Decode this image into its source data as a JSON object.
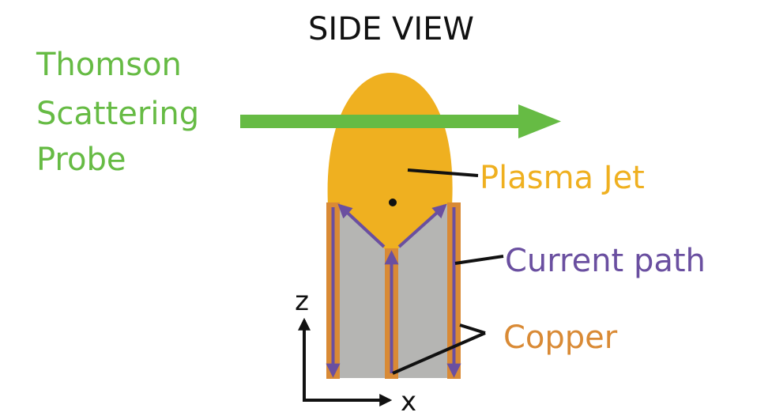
{
  "title": "SIDE VIEW",
  "probe": {
    "lines": [
      "Thomson",
      "Scattering",
      "Probe"
    ]
  },
  "labels": {
    "plasma_jet": "Plasma Jet",
    "current_path": "Current path",
    "copper": "Copper"
  },
  "axes": {
    "z": "z",
    "x": "x"
  },
  "colors": {
    "probe_green": "#66bb44",
    "plasma_orange": "#efb020",
    "current_purple": "#6a4fa0",
    "copper_orange": "#d98a35",
    "gray_body": "#b5b5b3",
    "black": "#111111"
  }
}
